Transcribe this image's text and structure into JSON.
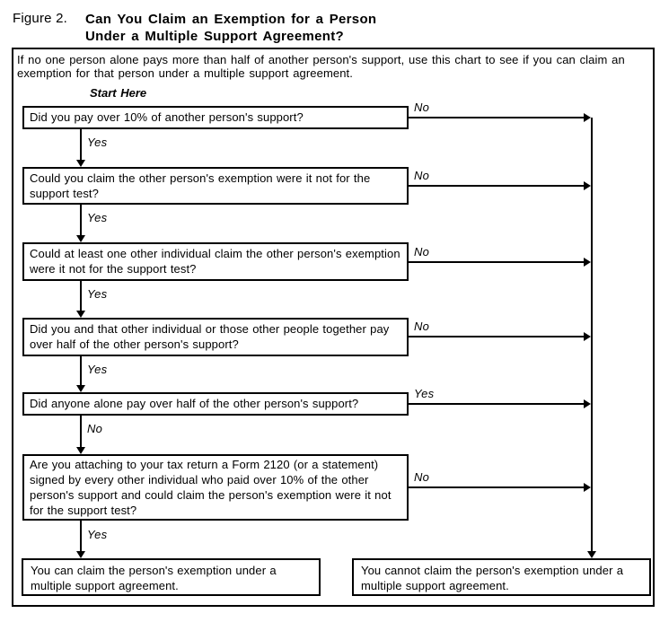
{
  "figure": {
    "label": "Figure 2.",
    "title_line1": "Can You Claim an Exemption for a Person",
    "title_line2": "Under a Multiple Support Agreement?"
  },
  "intro": "If no one person alone pays more than half of another person's support, use this chart to see if you can claim an exemption for that person under a multiple support agreement.",
  "colors": {
    "ink": "#000000",
    "paper": "#ffffff"
  },
  "flow": {
    "start_here": "Start Here",
    "questions": [
      {
        "text": "Did you pay over 10% of another person's support?",
        "side_label": "No",
        "down_label": "Yes"
      },
      {
        "text": "Could you claim the other person's exemption were it not for the support test?",
        "side_label": "No",
        "down_label": "Yes"
      },
      {
        "text": "Could at least one other individual claim the other person's exemption were it not for the support test?",
        "side_label": "No",
        "down_label": "Yes"
      },
      {
        "text": "Did you and that other individual or those other people together pay over half of the other person's support?",
        "side_label": "No",
        "down_label": "Yes"
      },
      {
        "text": "Did anyone alone pay over half of the other person's support?",
        "side_label": "Yes",
        "down_label": "No"
      },
      {
        "text": "Are you attaching to your tax return a Form 2120 (or a statement) signed by every other individual who paid over 10% of the other person's support and could claim the person's exemption were it not for the support test?",
        "side_label": "No",
        "down_label": "Yes"
      }
    ],
    "outcomes": {
      "can_claim": "You can claim the person's exemption under a multiple support agreement.",
      "cannot_claim": "You cannot claim the person's exemption under a multiple support agreement."
    }
  }
}
